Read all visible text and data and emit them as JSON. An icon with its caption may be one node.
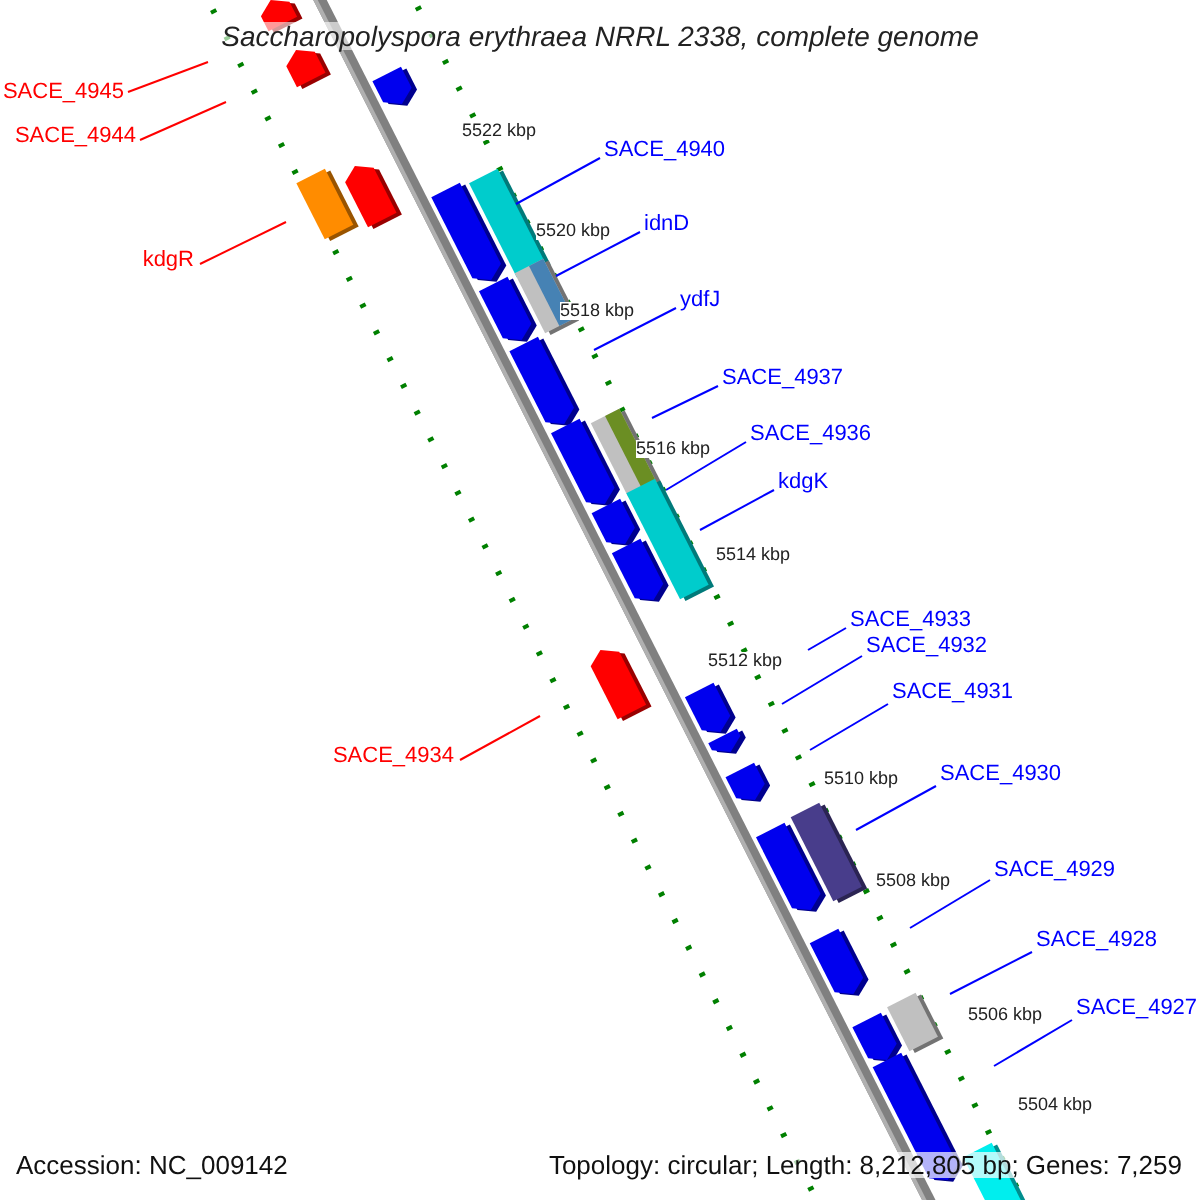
{
  "diagram": {
    "title": "Saccharopolyspora erythraea NRRL 2338, complete genome",
    "nodes": [
      {
        "text": [
          "SACE_4945"
        ]
      },
      {
        "text": [
          "SACE_4944"
        ]
      },
      {
        "text": [
          "SACE_4940"
        ]
      },
      {
        "text": [
          "idnD"
        ]
      },
      {
        "text": [
          "kdgR"
        ]
      },
      {
        "text": [
          "ydfJ"
        ]
      },
      {
        "text": [
          "SACE_4937"
        ]
      },
      {
        "text": [
          "SACE_4936"
        ]
      },
      {
        "text": [
          "kdgK"
        ]
      },
      {
        "text": [
          "SACE_4933"
        ]
      },
      {
        "text": [
          "SACE_4932"
        ]
      },
      {
        "text": [
          "SACE_4931"
        ]
      },
      {
        "text": [
          "SACE_4934"
        ]
      },
      {
        "text": [
          "SACE_4930"
        ]
      },
      {
        "text": [
          "SACE_4929"
        ]
      },
      {
        "text": [
          "SACE_4928"
        ]
      },
      {
        "text": [
          "SACE_4927"
        ]
      }
    ],
    "edges": [
      {
        "from": 0,
        "to": null,
        "arrow": "none",
        "color": "#ff0000"
      },
      {
        "from": 1,
        "to": null,
        "arrow": "none",
        "color": "#ff0000"
      },
      {
        "from": 2,
        "to": null,
        "arrow": "none"
      },
      {
        "from": 3,
        "to": null,
        "arrow": "none"
      },
      {
        "from": 4,
        "to": null,
        "arrow": "none",
        "color": "#ff0000"
      },
      {
        "from": 5,
        "to": null,
        "arrow": "none"
      },
      {
        "from": 6,
        "to": null,
        "arrow": "none"
      },
      {
        "from": 7,
        "to": null,
        "arrow": "none"
      },
      {
        "from": 8,
        "to": null,
        "arrow": "none"
      },
      {
        "from": 9,
        "to": null,
        "arrow": "none"
      },
      {
        "from": 10,
        "to": null,
        "arrow": "none"
      },
      {
        "from": 11,
        "to": null,
        "arrow": "none"
      },
      {
        "from": 12,
        "to": null,
        "arrow": "none",
        "color": "#ff0000"
      },
      {
        "from": 13,
        "to": null,
        "arrow": "none"
      },
      {
        "from": 14,
        "to": null,
        "arrow": "none"
      },
      {
        "from": 15,
        "to": null,
        "arrow": "none"
      },
      {
        "from": 16,
        "to": null,
        "arrow": "none"
      }
    ],
    "labels": [
      "5522 kbp",
      "5520 kbp",
      "5518 kbp",
      "5516 kbp",
      "5514 kbp",
      "5512 kbp",
      "5510 kbp",
      "5508 kbp",
      "5506 kbp",
      "5504 kbp",
      "Accession: NC_009142",
      "Topology: circular; Length: 8,212,805 bp; Genes: 7,259"
    ]
  }
}
